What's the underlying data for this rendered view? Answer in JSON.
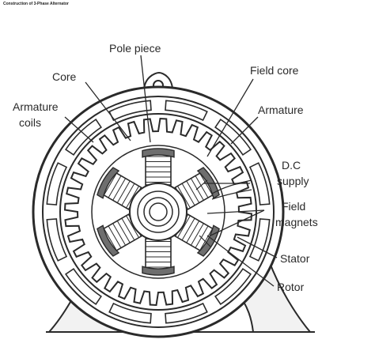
{
  "caption": "Construction of 3-Phase Alternator",
  "labels": {
    "pole_piece": "Pole piece",
    "core": "Core",
    "field_core": "Field core",
    "armature_coils_line1": "Armature",
    "armature_coils_line2": "coils",
    "armature": "Armature",
    "dc_supply_line1": "D.C",
    "dc_supply_line2": "supply",
    "field_magnets_line1": "Field",
    "field_magnets_line2": "magnets",
    "stator": "Stator",
    "rotor": "Rotor"
  },
  "colors": {
    "ink": "#2a2a2a",
    "pole_shade": "#6e6e6e",
    "pole_face": "#cfcfcf",
    "base_fill": "#efefef"
  }
}
